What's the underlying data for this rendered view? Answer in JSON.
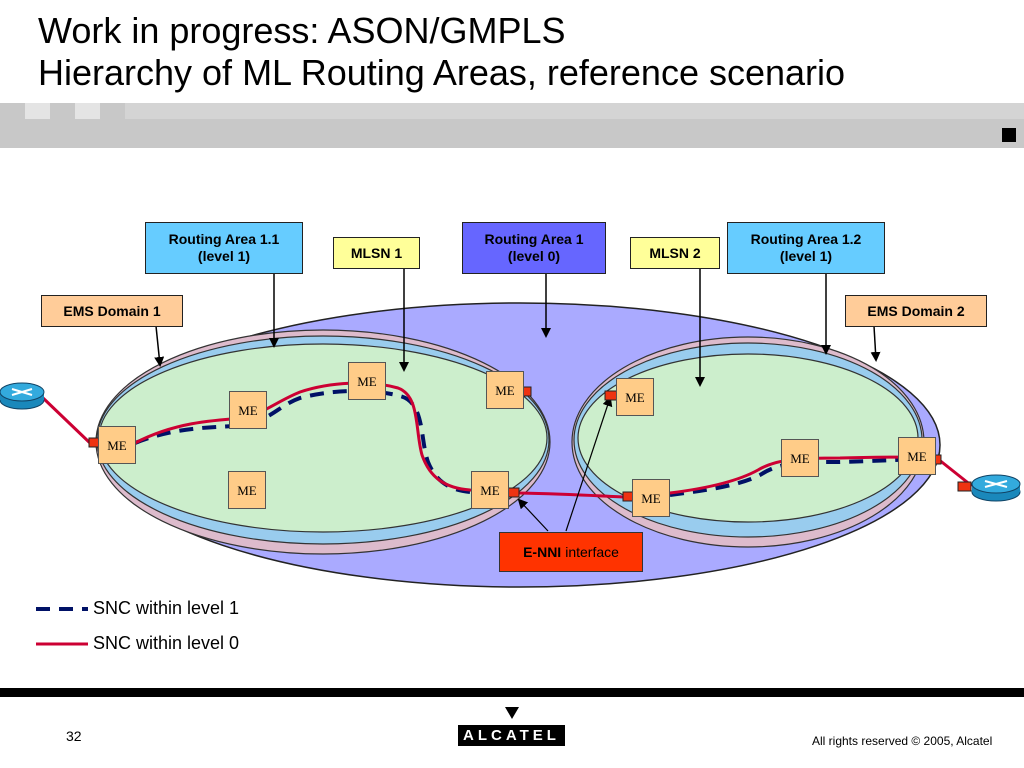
{
  "slide": {
    "title_line1": "Work in progress: ASON/GMPLS",
    "title_line2": "Hierarchy of ML Routing Areas, reference scenario",
    "page_number": "32",
    "copyright": "All rights reserved © 2005, Alcatel",
    "logo_text": "ALCATEL"
  },
  "callouts": {
    "routing_area_1_1": [
      "Routing Area 1.1",
      "(level 1)"
    ],
    "mlsn_1": "MLSN 1",
    "routing_area_1": [
      "Routing Area 1",
      "(level 0)"
    ],
    "mlsn_2": "MLSN 2",
    "routing_area_1_2": [
      "Routing Area 1.2",
      "(level 1)"
    ],
    "ems_domain_1": "EMS Domain 1",
    "ems_domain_2": "EMS Domain 2"
  },
  "me_label": "ME",
  "enni": {
    "bold": "E-NNI",
    "rest": "interface"
  },
  "legend": {
    "level1": "SNC within level 1",
    "level0": "SNC within level 0"
  },
  "colors": {
    "level0_area": "#aaaaff",
    "level1_area": "#cceecc",
    "ems_domain": "#ddbbcc",
    "band": "#99ccee",
    "snc_level0": "#cc0033",
    "snc_level1": "#001166",
    "enni_fill": "#ff3300",
    "router": "#33aadd"
  }
}
